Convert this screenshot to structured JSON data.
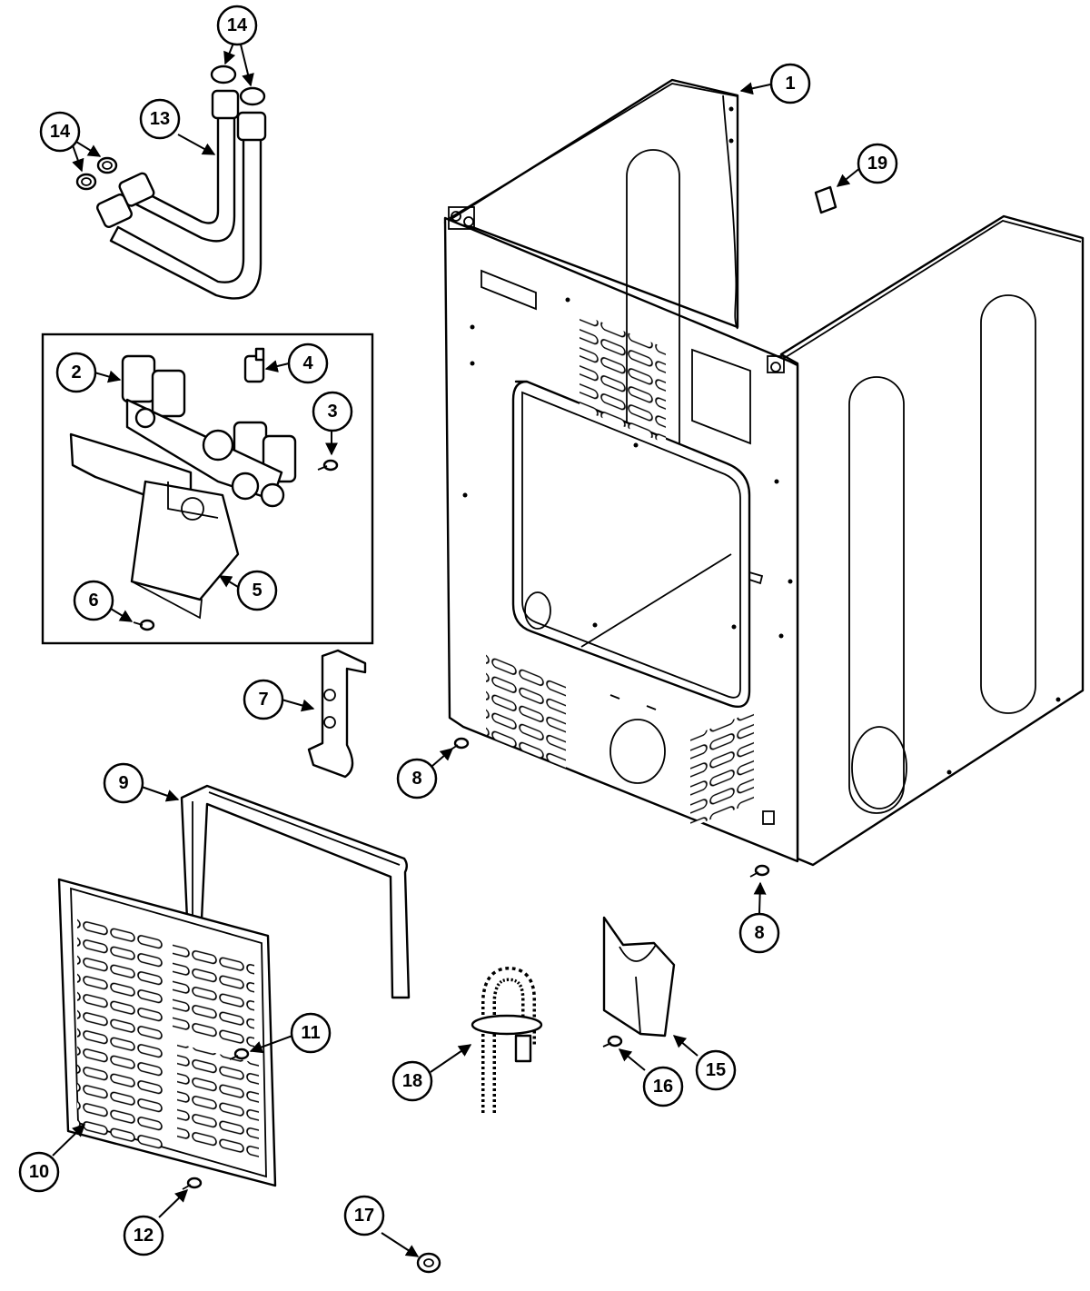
{
  "callouts": [
    {
      "label": "1"
    },
    {
      "label": "2"
    },
    {
      "label": "3"
    },
    {
      "label": "4"
    },
    {
      "label": "5"
    },
    {
      "label": "6"
    },
    {
      "label": "7"
    },
    {
      "label": "8"
    },
    {
      "label": "8"
    },
    {
      "label": "9"
    },
    {
      "label": "10"
    },
    {
      "label": "11"
    },
    {
      "label": "12"
    },
    {
      "label": "13"
    },
    {
      "label": "14"
    },
    {
      "label": "14"
    },
    {
      "label": "15"
    },
    {
      "label": "16"
    },
    {
      "label": "17"
    },
    {
      "label": "18"
    },
    {
      "label": "19"
    }
  ]
}
